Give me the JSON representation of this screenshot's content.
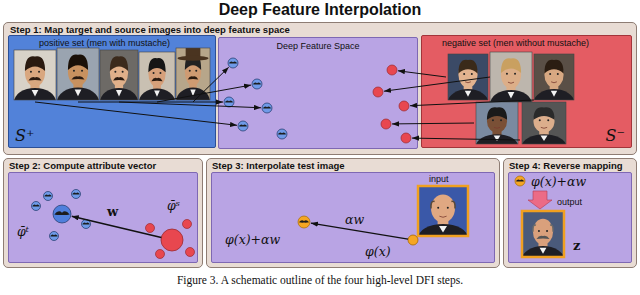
{
  "diagram": {
    "title": "Deep Feature Interpolation",
    "caption": "Figure 3. A schematic outline of the four high-level DFI steps.",
    "nodes": [
      {
        "text": [
          "Step 1: Map target and source images into deep feature space"
        ]
      },
      {
        "text": [
          "positive set (men with mustache)",
          "S⁺"
        ],
        "in": 0
      },
      {
        "text": [
          "Deep Feature Space"
        ],
        "in": 0
      },
      {
        "text": [
          "negative set (men without mustache)",
          "S⁻"
        ],
        "in": 0
      },
      {
        "text": [
          "Step 2: Compute attribute vector"
        ]
      },
      {
        "text": [
          "φ̄ᵗ",
          "w",
          "φ̄ˢ"
        ],
        "in": 4
      },
      {
        "text": [
          "Step 3: Interpolate test image"
        ]
      },
      {
        "text": [
          "input",
          "φ(x)+αw",
          "αw",
          "φ(x)"
        ],
        "in": 6
      },
      {
        "text": [
          "Step 4: Reverse mapping"
        ]
      },
      {
        "text": [
          "φ(x)+αw",
          "output",
          "z"
        ],
        "in": 8
      }
    ]
  }
}
